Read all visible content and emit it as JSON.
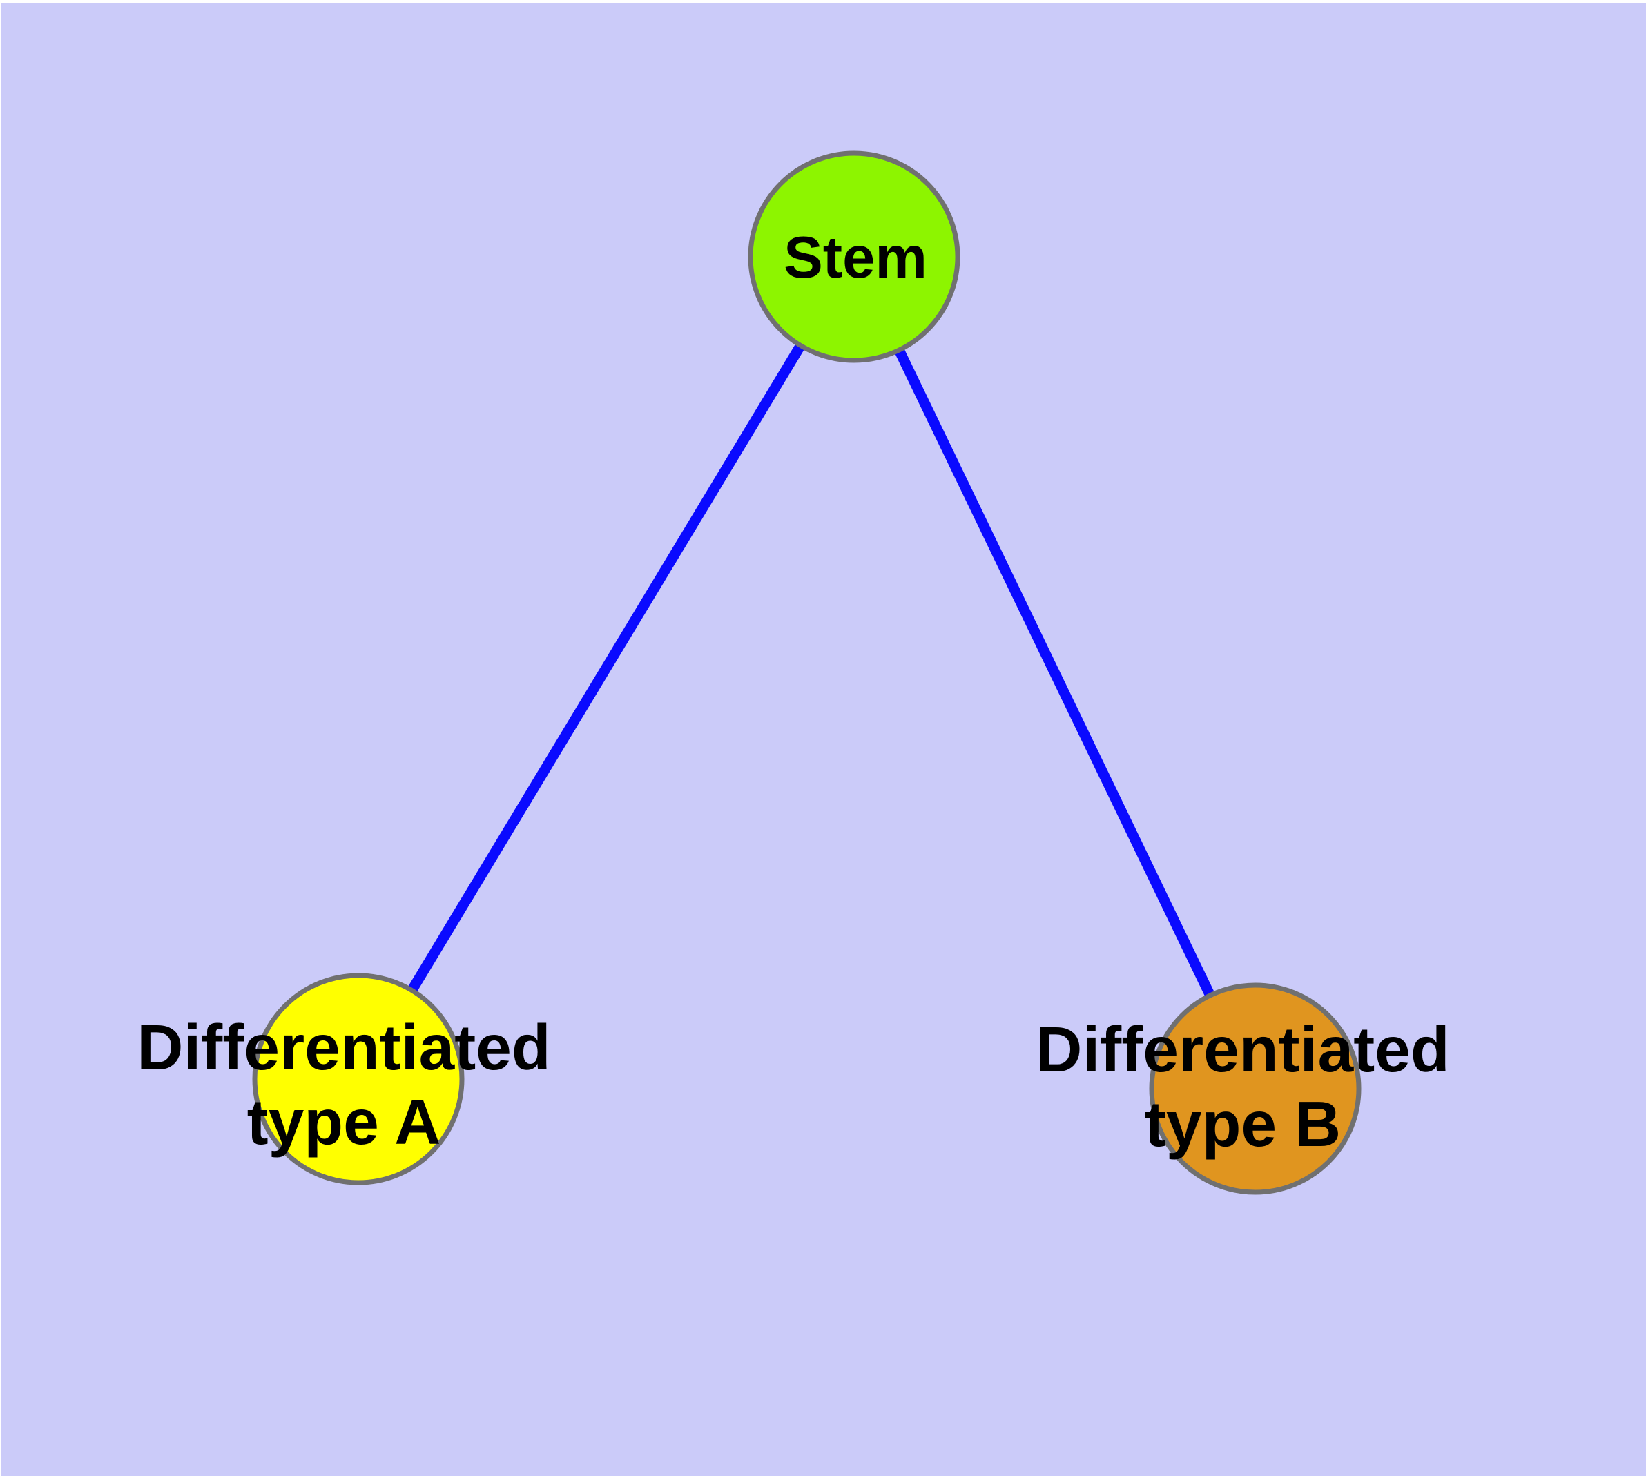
{
  "diagram": {
    "type": "graph",
    "background_color": "#CBCBF9",
    "margin_color": "#FFFFFF",
    "edge_color": "#0A0AFF",
    "node_border_color": "#707070",
    "text_color": "#000000",
    "nodes": [
      {
        "id": "stem",
        "label": "Stem",
        "fill": "#8DF500"
      },
      {
        "id": "differentiated-type-a",
        "label_line1": "Differentiated",
        "label_line2": "type A",
        "fill": "#FFFF00"
      },
      {
        "id": "differentiated-type-b",
        "label_line1": "Differentiated",
        "label_line2": "type B",
        "fill": "#E0951F"
      }
    ],
    "edges": [
      {
        "from": "stem",
        "to": "differentiated-type-a"
      },
      {
        "from": "stem",
        "to": "differentiated-type-b"
      }
    ]
  }
}
